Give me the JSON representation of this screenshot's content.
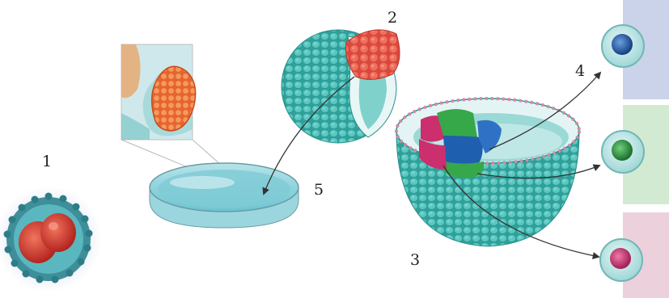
{
  "labels": {
    "embryo_two_cell": "1",
    "inner_cell_mass": "2",
    "blastocyst_section": "3",
    "differentiated_cells": "4",
    "culture_dish": "5"
  },
  "colors": {
    "panel_blue": "#cbd3ea",
    "panel_green": "#d3ead2",
    "panel_pink": "#ecd0dc",
    "cell_teal": "#3fb4ae",
    "inner_mass_red": "#e0574a",
    "cell_blue": "#1f5fb0",
    "cell_green": "#2f9a45",
    "cell_pink": "#cc2f6e",
    "arrow": "#333333"
  },
  "icons": {
    "embryo": "two-cell-embryo-icon",
    "dish": "petri-dish-icon",
    "inset": "magnified-cell-cluster-icon",
    "blastocyst_small": "cut-blastocyst-icon",
    "blastocyst_large": "sectioned-blastocyst-icon"
  }
}
